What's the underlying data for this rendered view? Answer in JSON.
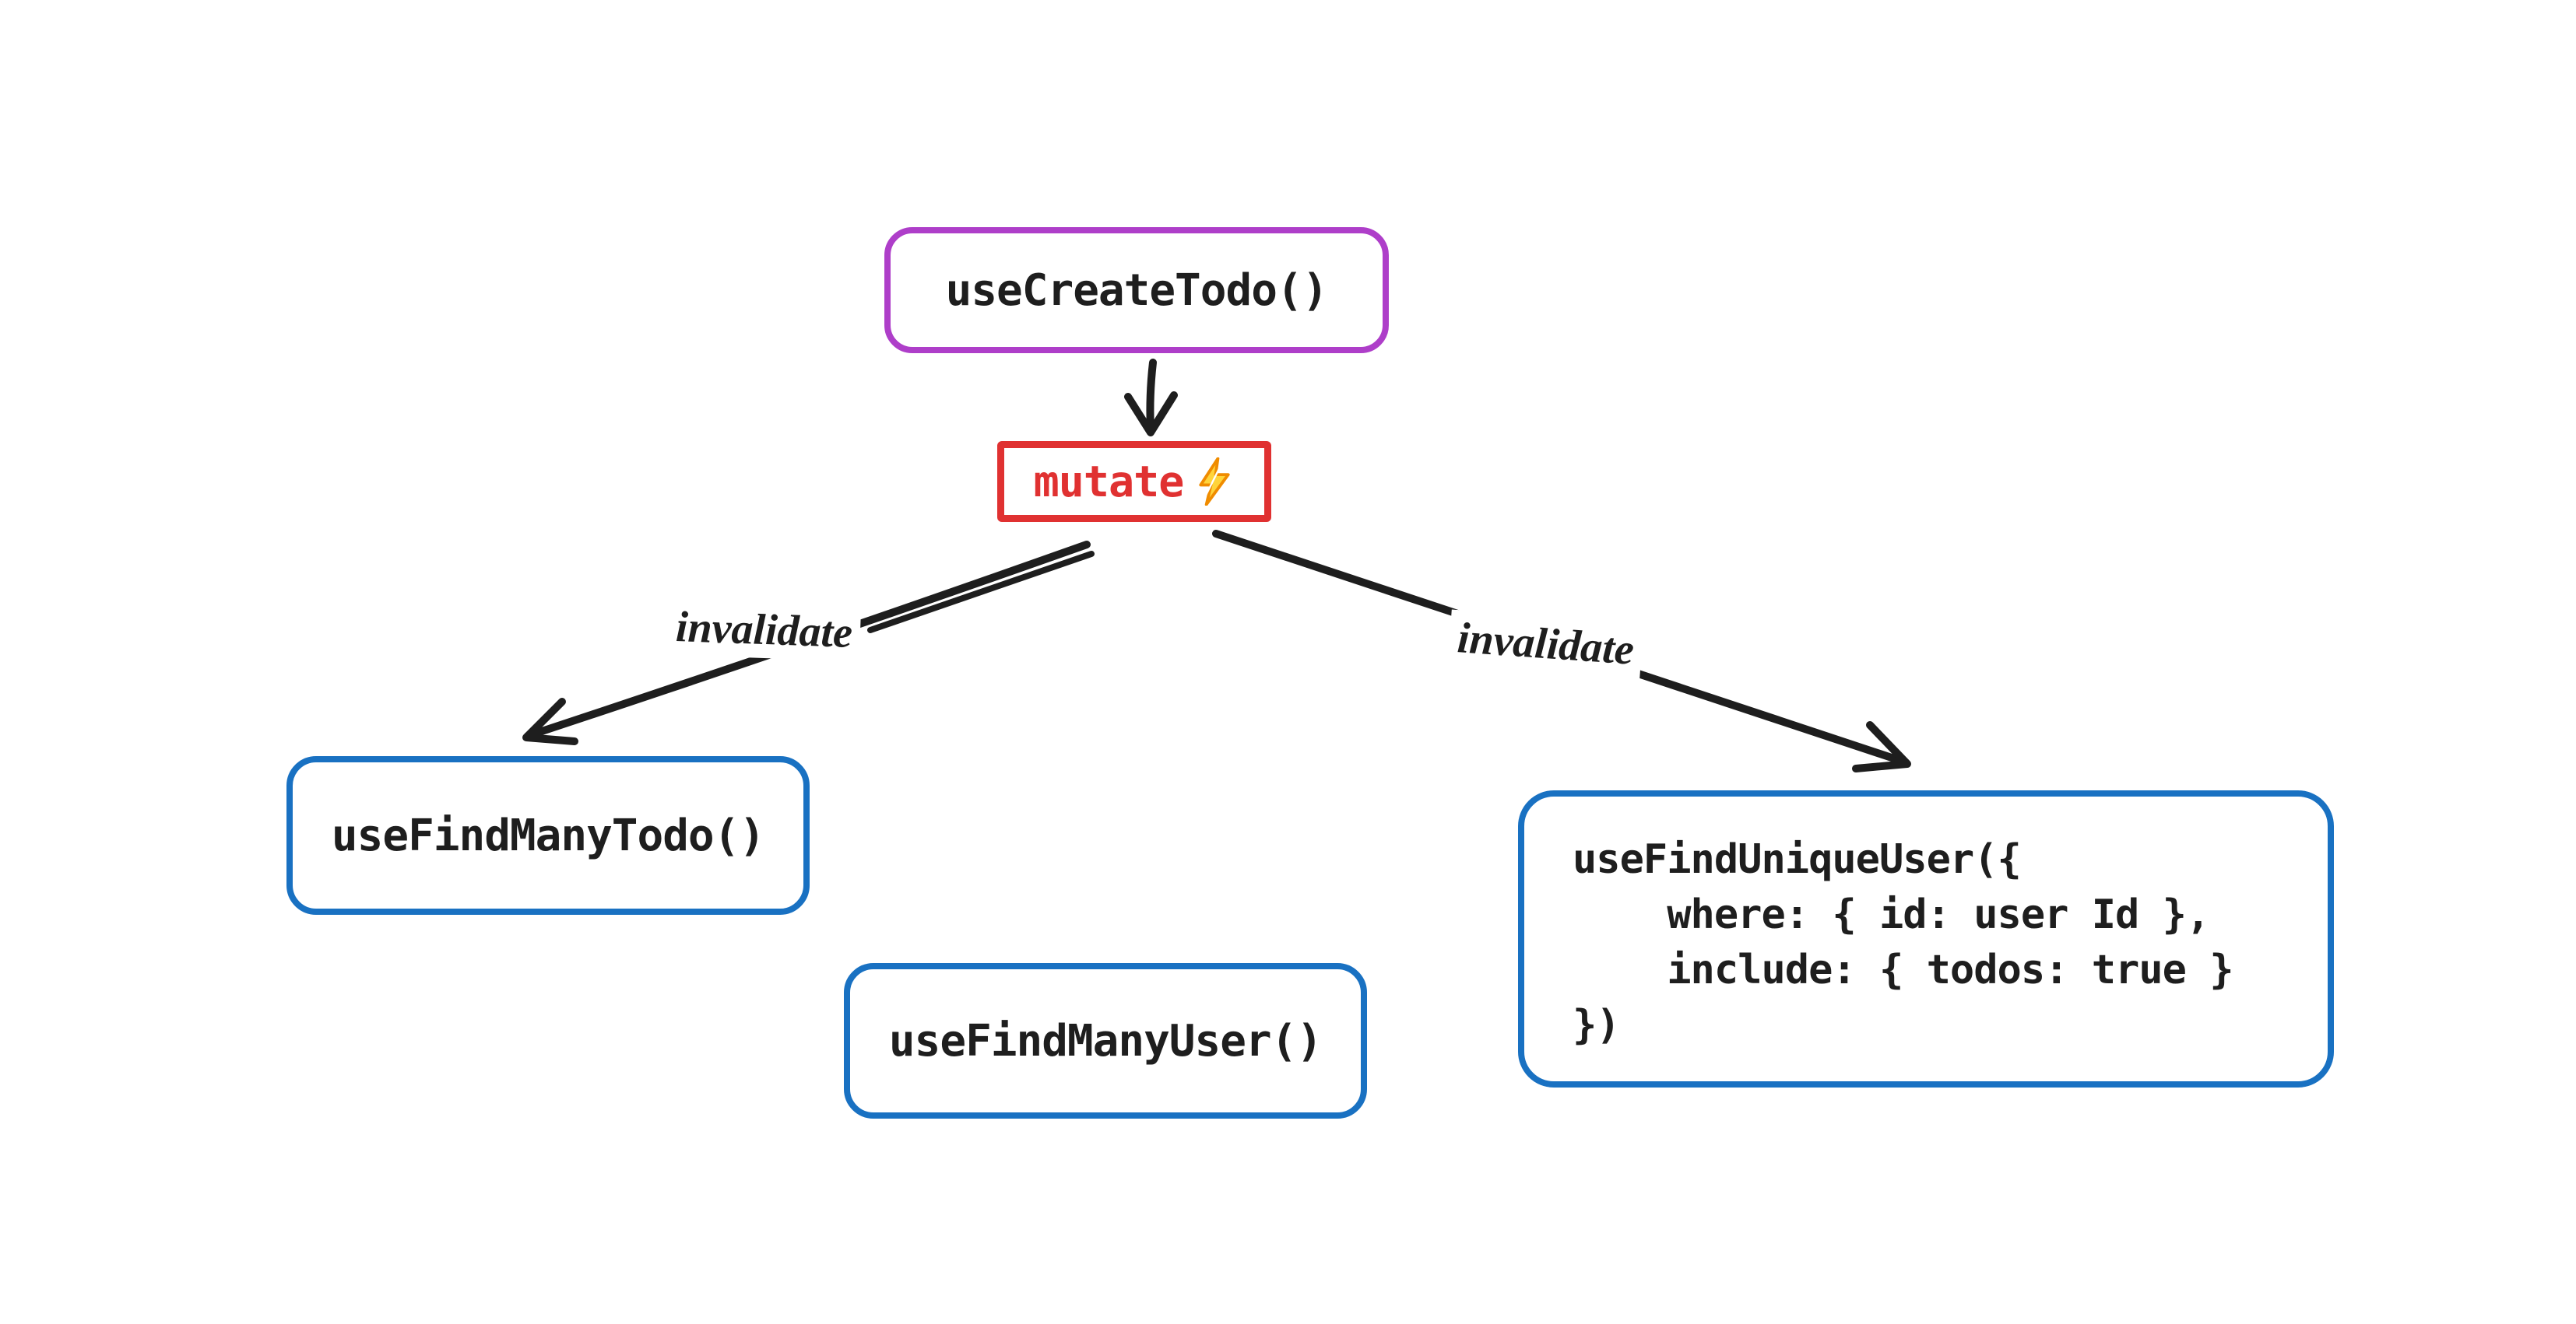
{
  "canvas": {
    "background": "#ffffff"
  },
  "colors": {
    "purple_border": "#ae3ec9",
    "red_border": "#e03131",
    "red_text": "#e03131",
    "blue_border": "#1971c2",
    "ink": "#1e1e1e",
    "bolt_fill": "#ffd43b",
    "bolt_outline": "#f08c00"
  },
  "nodes": {
    "create_todo": {
      "label": "useCreateTodo()"
    },
    "mutate": {
      "label": "mutate",
      "icon": "lightning-bolt"
    },
    "find_many_todo": {
      "label": "useFindManyTodo()"
    },
    "find_many_user": {
      "label": "useFindManyUser()"
    },
    "find_unique_user": {
      "lines": [
        "useFindUniqueUser({",
        "    where: { id: user Id },",
        "    include: { todos: true }",
        "})"
      ]
    }
  },
  "edges": {
    "create_to_mutate": {
      "label": ""
    },
    "mutate_to_find_many_todo": {
      "label": "invalidate"
    },
    "mutate_to_find_unique_user": {
      "label": "invalidate"
    }
  }
}
